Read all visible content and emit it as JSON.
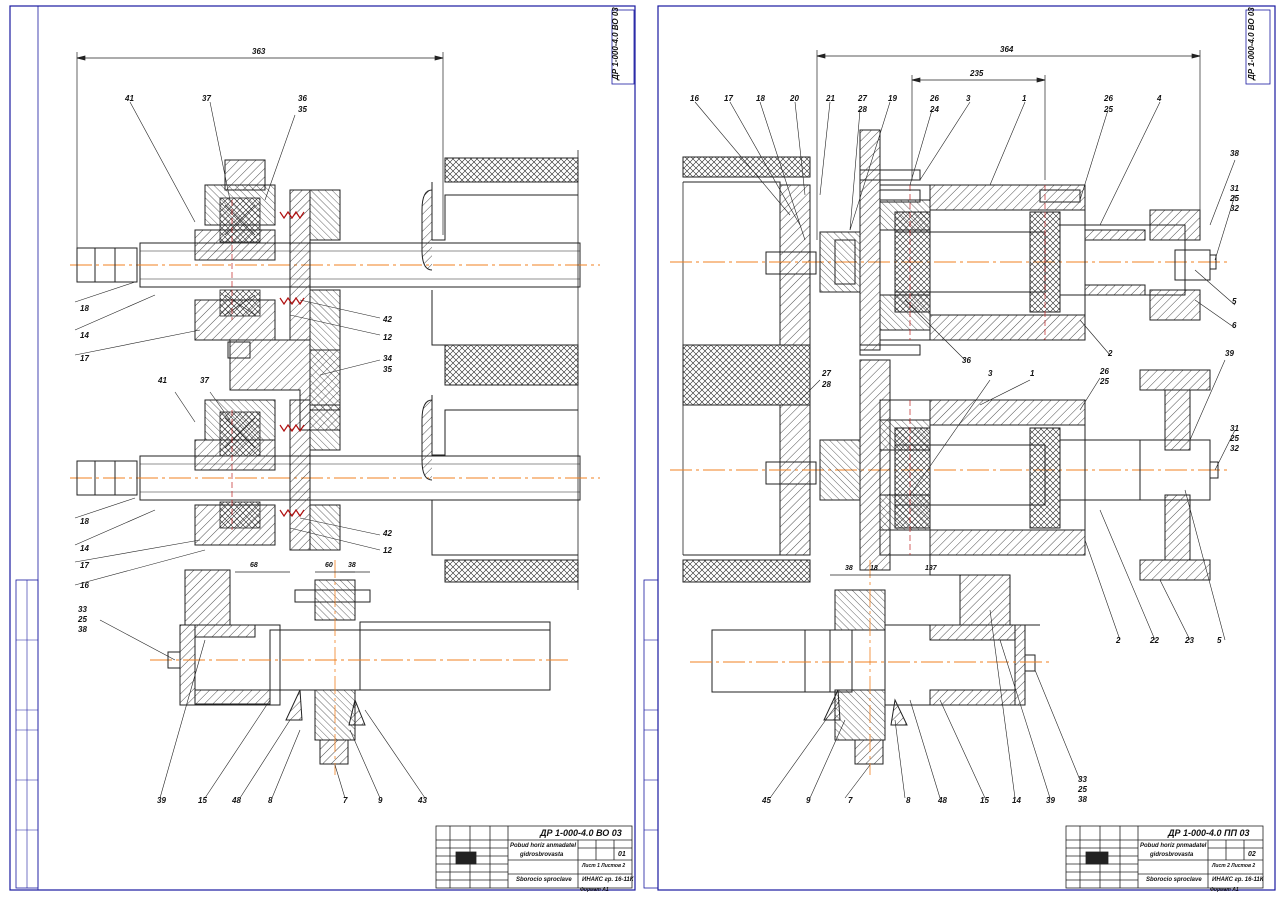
{
  "sheets": [
    {
      "id": "sheet-1",
      "side_label": "ДР 1-000-4.0 ВО 03",
      "doc_code": "ДР 1-000-4.0 ВО 03",
      "title_line1": "Pobud horiz anmadatel",
      "title_line2": "gidrosbrovasta",
      "title_line3": "Sborocio sproclave",
      "org": "ИНАКС гр. 16-11К",
      "sheet_num": "01",
      "sheet_label": "Лист 1 Листов 2",
      "format": "Формат A1",
      "dim_overall": "363",
      "dims_lower": [
        "68",
        "60",
        "38"
      ],
      "refs": [
        "41",
        "37",
        "36",
        "35",
        "18",
        "14",
        "17",
        "42",
        "12",
        "41",
        "37",
        "34",
        "35",
        "18",
        "14",
        "17",
        "16",
        "42",
        "12",
        "33",
        "25",
        "38",
        "39",
        "15",
        "48",
        "8",
        "7",
        "9",
        "43"
      ]
    },
    {
      "id": "sheet-2",
      "side_label": "ДР 1-000-4.0 ВО 03",
      "doc_code": "ДР 1-000-4.0 ПП 03",
      "title_line1": "Pobud horiz pnmadatel",
      "title_line2": "gidrosbrovasta",
      "title_line3": "Sborocio sproclave",
      "org": "ИНАКС гр. 16-11К",
      "sheet_num": "02",
      "sheet_label": "Лист 2 Листов 2",
      "format": "Формат A1",
      "dim_overall": "364",
      "dim_inner": "235",
      "dims_lower": [
        "38",
        "18",
        "137"
      ],
      "refs": [
        "16",
        "17",
        "18",
        "20",
        "21",
        "27",
        "28",
        "19",
        "26",
        "24",
        "3",
        "1",
        "26",
        "25",
        "4",
        "38",
        "31",
        "25",
        "32",
        "5",
        "6",
        "2",
        "36",
        "27",
        "28",
        "3",
        "1",
        "26",
        "25",
        "39",
        "31",
        "25",
        "32",
        "2",
        "22",
        "23",
        "5",
        "45",
        "9",
        "7",
        "8",
        "48",
        "15",
        "14",
        "39",
        "33",
        "25",
        "38"
      ]
    }
  ]
}
